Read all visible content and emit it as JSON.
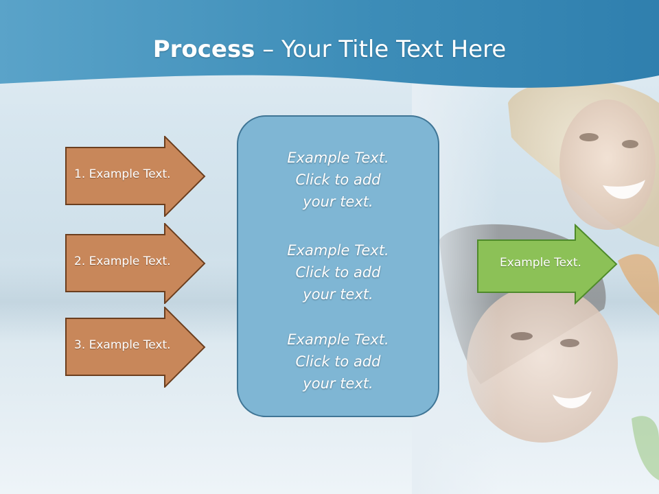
{
  "slide": {
    "title_bold": "Process",
    "title_rest": " – Your Title Text Here"
  },
  "left_arrows": [
    {
      "label": "1. Example Text.",
      "color": "#c8875a"
    },
    {
      "label": "2. Example Text.",
      "color": "#c8875a"
    },
    {
      "label": "3. Example Text.",
      "color": "#c8875a"
    }
  ],
  "center_box": {
    "blocks": [
      {
        "line1": "Example Text.",
        "line2": "Click  to add",
        "line3": "your text."
      },
      {
        "line1": "Example Text.",
        "line2": "Click  to add",
        "line3": "your text."
      },
      {
        "line1": "Example Text.",
        "line2": "Click  to add",
        "line3": "your text."
      }
    ],
    "fill": "#7fb6d4"
  },
  "right_arrow": {
    "label": "Example Text.",
    "color": "#8cc157"
  },
  "colors": {
    "banner": "#3d8db8",
    "arrow_border": "#6b3e1e",
    "green_border": "#4e8a2a"
  }
}
